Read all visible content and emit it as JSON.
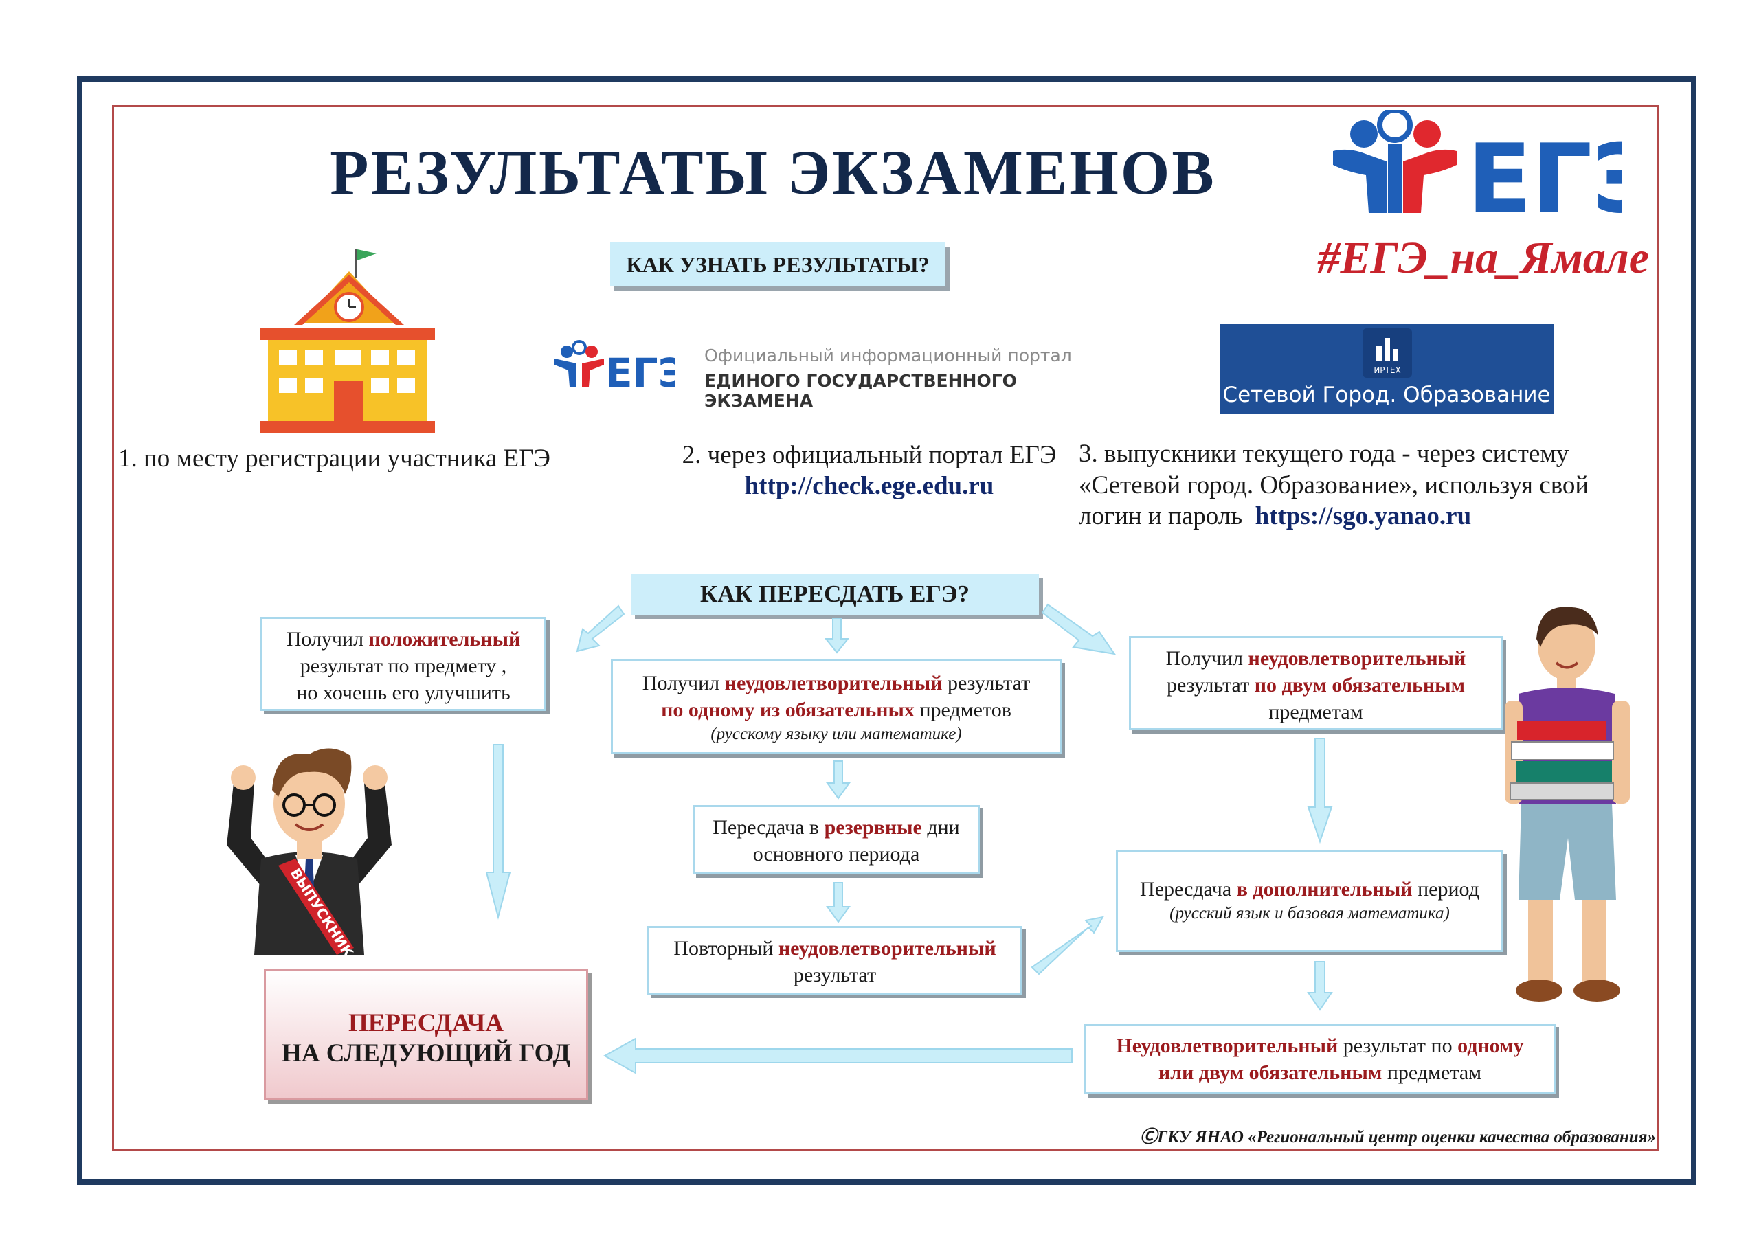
{
  "title": "РЕЗУЛЬТАТЫ ЭКЗАМЕНОВ",
  "logo_big": {
    "text": "ЕГЭ"
  },
  "hashtag": "#ЕГЭ_на_Ямале",
  "how_to_know": "КАК УЗНАТЬ РЕЗУЛЬТАТЫ?",
  "portal_logo": {
    "text": "ЕГЭ",
    "caption_line1": "Официальный информационный портал",
    "caption_line2": "ЕДИНОГО ГОСУДАРСТВЕННОГО ЭКЗАМЕНА"
  },
  "sgo_logo": {
    "badge": "ИРТЕХ",
    "text": "Сетевой Город. Образование"
  },
  "option1": "1. по месту регистрации участника ЕГЭ",
  "option2": {
    "text": "2. через официальный портал ЕГЭ",
    "link": "http://check.ege.edu.ru"
  },
  "option3": {
    "line1": "3. выпускники текущего года - через  систему",
    "line2": "«Сетевой   город. Образование», используя свой",
    "line3": "логин и пароль",
    "link": "https://sgo.yanao.ru"
  },
  "how_to_retake": "КАК ПЕРЕСДАТЬ ЕГЭ?",
  "left_box": {
    "p1": "Получил ",
    "hl1": "положительный",
    "line2": "результат по предмету ,",
    "line3": "но хочешь его улучшить"
  },
  "center_box1": {
    "p1": "Получил ",
    "hl1": "неудовлетворительный",
    "p2": " результат",
    "hl2": "по одному из обязательных",
    "p3": " предметов",
    "note": "(русскому языку или математике)"
  },
  "center_box2": {
    "p1": "Пересдача в ",
    "hl1": "резервные",
    "p2": " дни",
    "line2": "основного периода"
  },
  "center_box3": {
    "p1": "Повторный ",
    "hl1": "неудовлетворительный",
    "line2": "результат"
  },
  "right_box1": {
    "p1": "Получил ",
    "hl1": "неудовлетворительный",
    "p2": "результат ",
    "hl2": "по двум обязательным",
    "line3": "предметам"
  },
  "right_box2": {
    "p1": "Пересдача ",
    "hl1": "в дополнительный",
    "p2": "  период",
    "note": "(русский язык и базовая математика)"
  },
  "right_box3": {
    "hl1": "Неудовлетворительный",
    "p1": " результат по ",
    "hl2": "одному",
    "hl3": "или двум обязательным",
    "p2": " предметам"
  },
  "final_box": {
    "line1": "ПЕРЕСДАЧА",
    "line2": "НА СЛЕДУЮЩИЙ ГОД"
  },
  "sash_text": "ВЫПУСКНИК",
  "footer": "ⒸГКУ ЯНАО «Региональный центр оценки качества образования»",
  "colors": {
    "navy": "#13284a",
    "red": "#c8232c",
    "accent_red": "#9b1b1e",
    "light_blue": "#cdeefa",
    "frame": "#1f3a60"
  }
}
